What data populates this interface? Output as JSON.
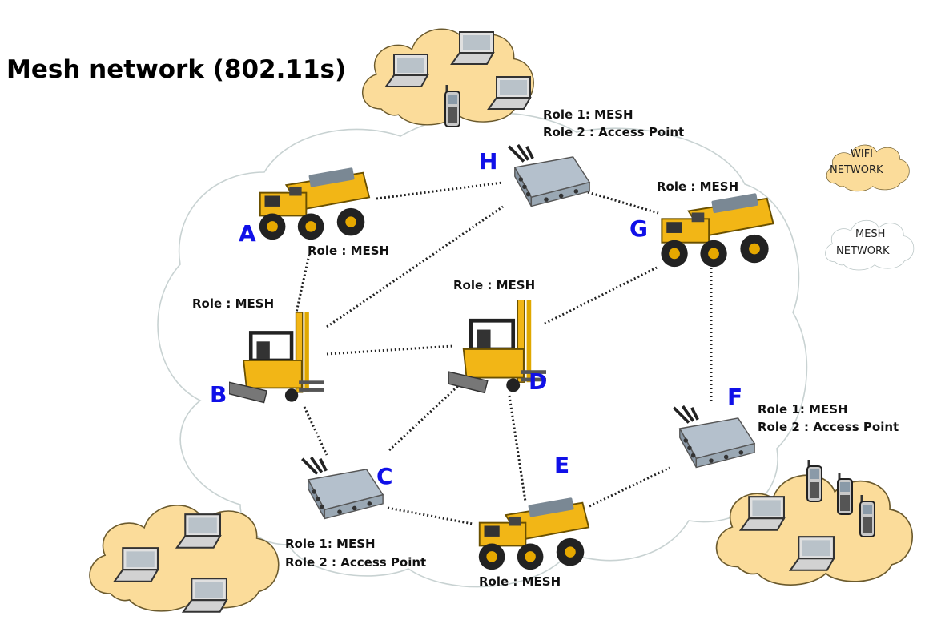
{
  "title": "Mesh network (802.11s)",
  "legend": {
    "wifi_line1": "WIFI",
    "wifi_line2": "NETWORK",
    "mesh_line1": "MESH",
    "mesh_line2": "NETWORK"
  },
  "nodes": {
    "A": {
      "letter": "A",
      "role1": "Role : MESH"
    },
    "B": {
      "letter": "B",
      "role1": "Role : MESH"
    },
    "C": {
      "letter": "C",
      "role1": "Role 1: MESH",
      "role2": "Role 2 : Access Point"
    },
    "D": {
      "letter": "D",
      "role1": "Role : MESH"
    },
    "E": {
      "letter": "E",
      "role1": "Role : MESH"
    },
    "F": {
      "letter": "F",
      "role1": "Role 1: MESH",
      "role2": "Role 2 : Access Point"
    },
    "G": {
      "letter": "G",
      "role1": "Role : MESH"
    },
    "H": {
      "letter": "H",
      "role1": "Role 1: MESH",
      "role2": "Role 2 : Access Point"
    }
  },
  "links": [
    [
      "A",
      "H"
    ],
    [
      "A",
      "B"
    ],
    [
      "B",
      "H"
    ],
    [
      "B",
      "D"
    ],
    [
      "B",
      "C"
    ],
    [
      "C",
      "D"
    ],
    [
      "C",
      "E"
    ],
    [
      "D",
      "E"
    ],
    [
      "D",
      "G"
    ],
    [
      "H",
      "G"
    ],
    [
      "G",
      "F"
    ],
    [
      "E",
      "F"
    ]
  ],
  "colors": {
    "wifi_cloud": "#fbdc9a",
    "mesh_cloud_stroke": "#c8d2d2",
    "letter": "#1010e8",
    "truck": "#f2b616"
  }
}
